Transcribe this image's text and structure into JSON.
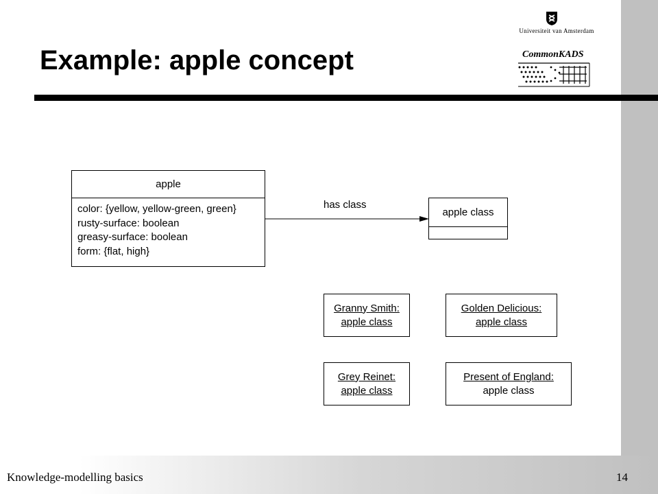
{
  "header": {
    "title": "Example: apple concept",
    "logos": {
      "university": "Universiteit van Amsterdam",
      "methodology": "CommonKADS"
    }
  },
  "diagram": {
    "concept": {
      "name": "apple",
      "attributes": [
        "color: {yellow, yellow-green, green}",
        "rusty-surface: boolean",
        "greasy-surface: boolean",
        "form: {flat, high}"
      ]
    },
    "relation": {
      "label": "has class"
    },
    "target_concept": {
      "name": "apple class"
    },
    "instances": [
      {
        "name": "Granny Smith:",
        "type": "apple class"
      },
      {
        "name": "Golden Delicious:",
        "type": "apple class"
      },
      {
        "name": "Grey Reinet:",
        "type": "apple class"
      },
      {
        "name": "Present of England:",
        "type": "apple class"
      }
    ]
  },
  "footer": {
    "title": "Knowledge-modelling basics",
    "page_number": "14"
  },
  "colors": {
    "footer_gradient_end": "#c0c0c0",
    "side_bar": "#c0c0c0",
    "text": "#000000"
  }
}
